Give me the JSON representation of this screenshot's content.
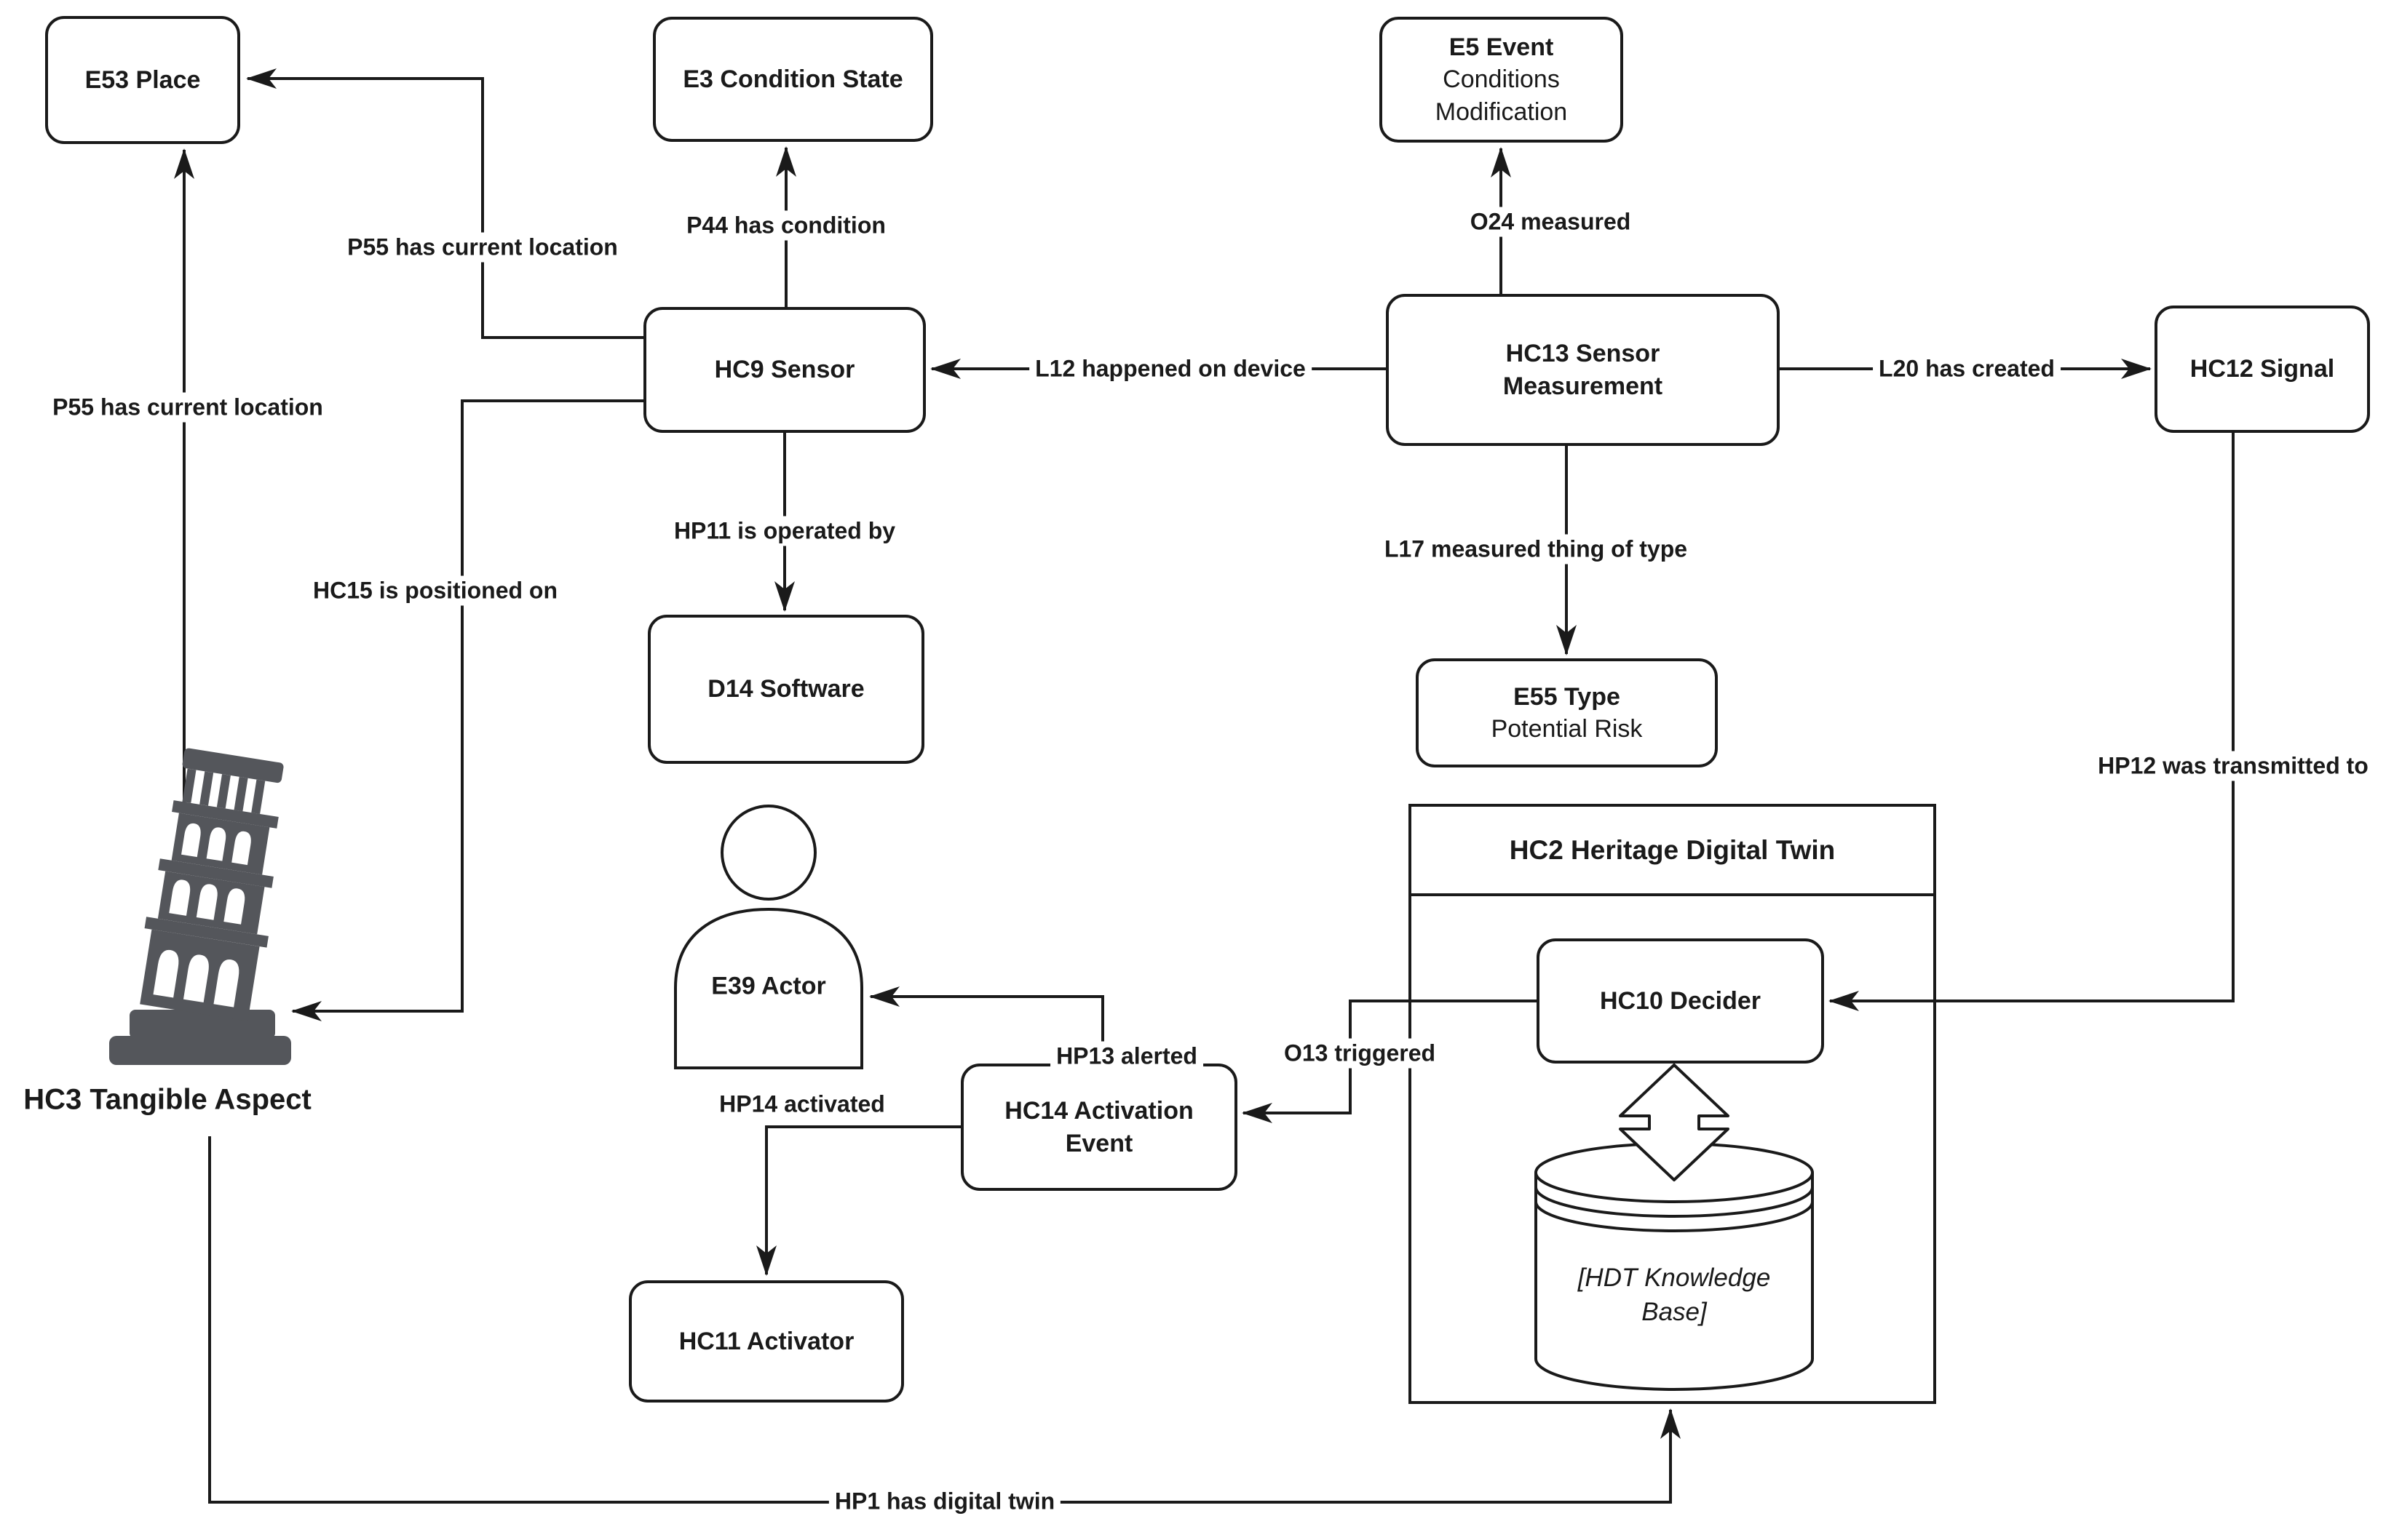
{
  "nodes": {
    "e53": {
      "label": "E53 Place"
    },
    "e3": {
      "label": "E3 Condition State"
    },
    "e5": {
      "title": "E5 Event",
      "subtitle": "Conditions Modification"
    },
    "hc9": {
      "label": "HC9 Sensor"
    },
    "hc13": {
      "line1": "HC13 Sensor",
      "line2": "Measurement"
    },
    "hc12": {
      "label": "HC12 Signal"
    },
    "d14": {
      "label": "D14 Software"
    },
    "e55": {
      "title": "E55 Type",
      "subtitle": "Potential Risk"
    },
    "e39": {
      "label": "E39 Actor"
    },
    "hc14": {
      "line1": "HC14 Activation",
      "line2": "Event"
    },
    "hc11": {
      "label": "HC11 Activator"
    },
    "hc3": {
      "label": "HC3 Tangible Aspect"
    },
    "hc2": {
      "title": "HC2 Heritage Digital Twin"
    },
    "hc10": {
      "label": "HC10 Decider"
    },
    "kb": {
      "line1": "[HDT Knowledge",
      "line2": "Base]"
    }
  },
  "edges": {
    "p55_top": "P55 has current location",
    "p55_left": "P55 has current location",
    "p44": "P44 has condition",
    "o24": "O24 measured",
    "l12": "L12 happened on device",
    "l20": "L20 has created",
    "hp11": "HP11 is operated by",
    "l17": "L17 measured thing of type",
    "hp12": "HP12 was transmitted to",
    "hc15": "HC15 is positioned on",
    "hp13": "HP13 alerted",
    "o13": "O13 triggered",
    "hp14": "HP14 activated",
    "hp1": "HP1 has digital twin"
  },
  "colors": {
    "stroke": "#1a1a1a",
    "tower": "#54565b",
    "background": "#ffffff"
  }
}
